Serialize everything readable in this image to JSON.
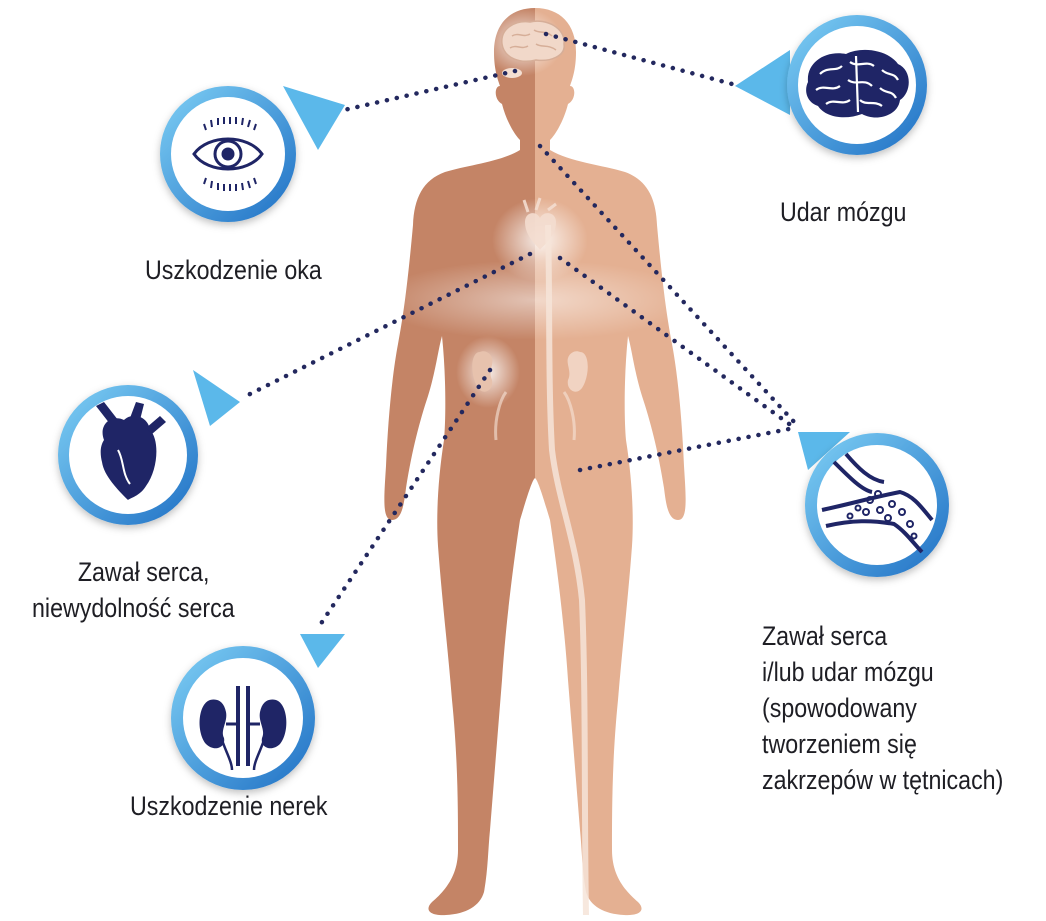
{
  "colors": {
    "accent_blue": "#2f8fd8",
    "light_blue": "#6fc3ee",
    "icon_navy": "#1f2566",
    "skin_dark": "#c9896b",
    "skin_light": "#e6b89c",
    "dot_line": "#23285e"
  },
  "callouts": [
    {
      "id": "eye",
      "icon": "eye-icon",
      "label": "Uszkodzenie oka"
    },
    {
      "id": "brain",
      "icon": "brain-icon",
      "label": "Udar mózgu"
    },
    {
      "id": "heart",
      "icon": "heart-icon",
      "label_lines": [
        "Zawał serca,",
        "niewydolność serca"
      ]
    },
    {
      "id": "artery",
      "icon": "artery-clot-icon",
      "label_lines": [
        "Zawał serca",
        "i/lub udar mózgu",
        "(spowodowany",
        "tworzeniem się",
        "zakrzepów w tętnicach)"
      ]
    },
    {
      "id": "kidney",
      "icon": "kidneys-icon",
      "label": "Uszkodzenie nerek"
    }
  ]
}
